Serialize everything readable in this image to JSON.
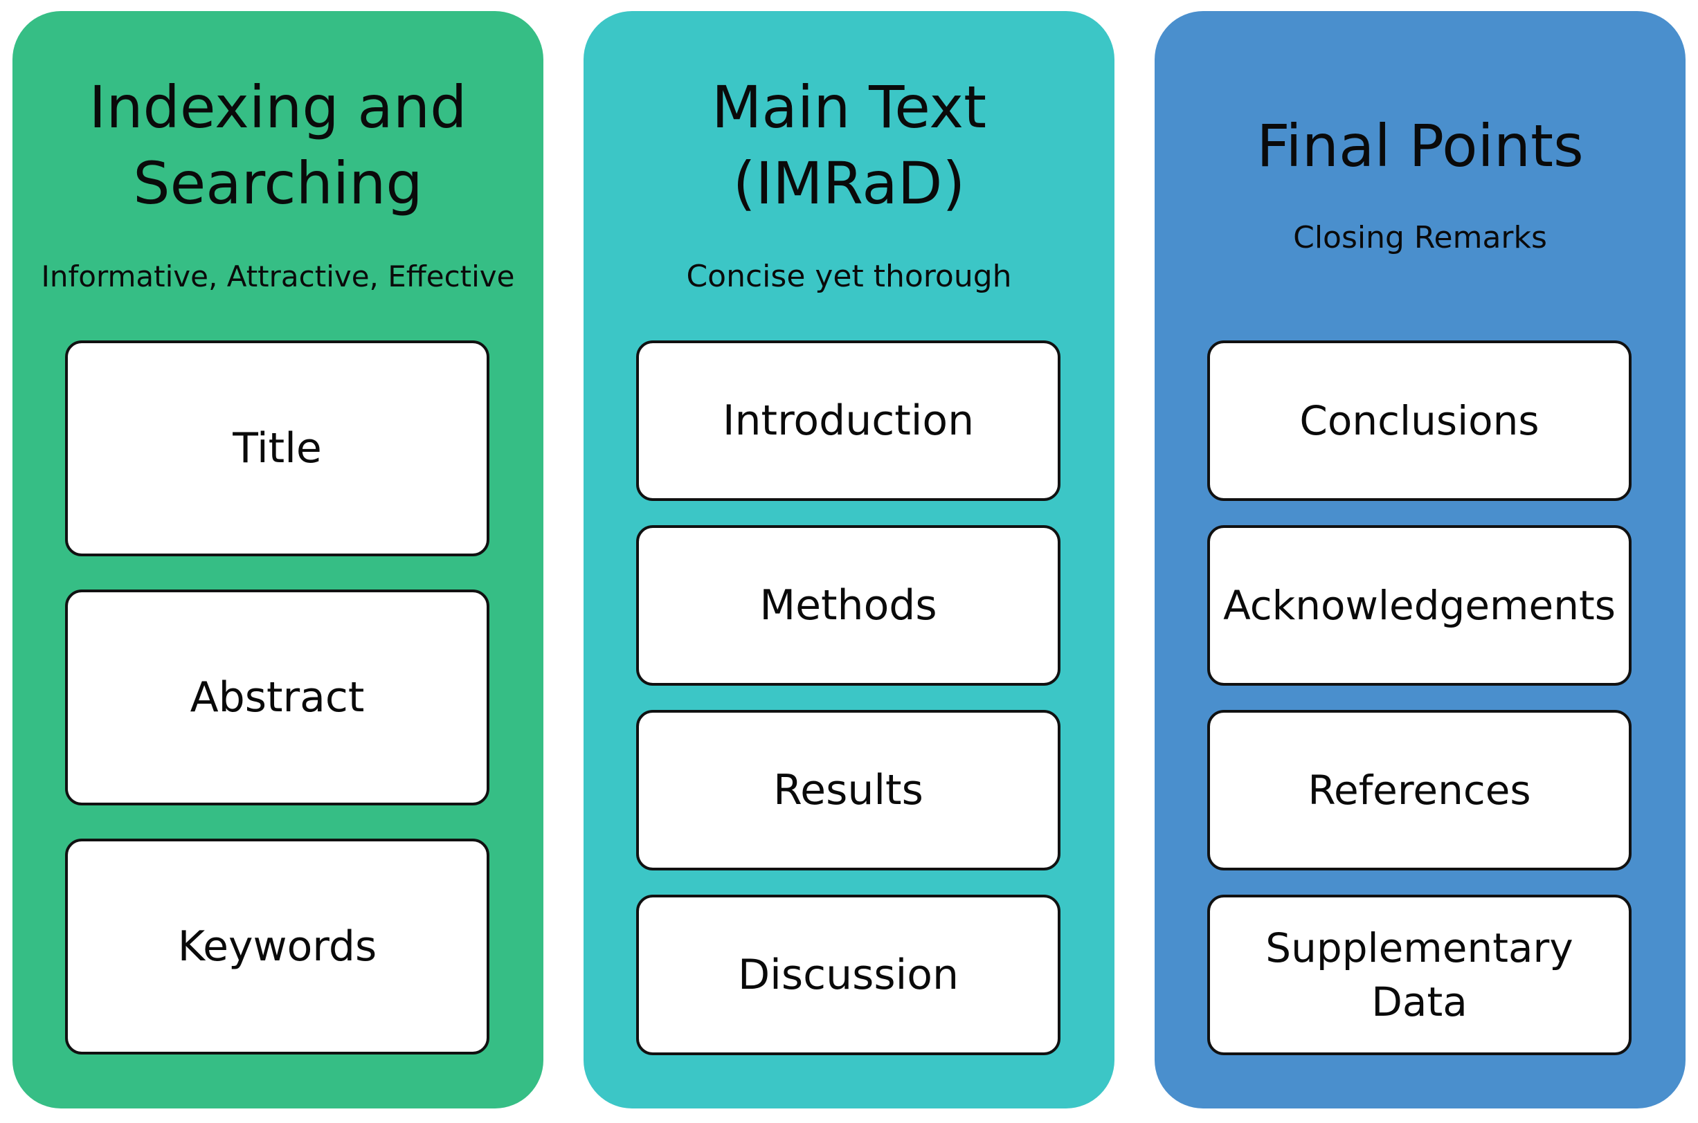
{
  "colors": {
    "column_1": "#36BE85",
    "column_2": "#3CC6C6",
    "column_3": "#4A8FCD",
    "box_fill": "#FFFFFF",
    "box_border": "#111111"
  },
  "columns": [
    {
      "title_lines": [
        "Indexing and",
        "Searching"
      ],
      "subtitle": "Informative, Attractive, Effective",
      "items": [
        "Title",
        "Abstract",
        "Keywords"
      ]
    },
    {
      "title_lines": [
        "Main Text",
        "(IMRaD)"
      ],
      "subtitle": "Concise yet thorough",
      "items": [
        "Introduction",
        "Methods",
        "Results",
        "Discussion"
      ]
    },
    {
      "title_lines": [
        "Final Points"
      ],
      "subtitle": "Closing Remarks",
      "items": [
        "Conclusions",
        "Acknowledgements",
        "References",
        "Supplementary Data"
      ]
    }
  ]
}
